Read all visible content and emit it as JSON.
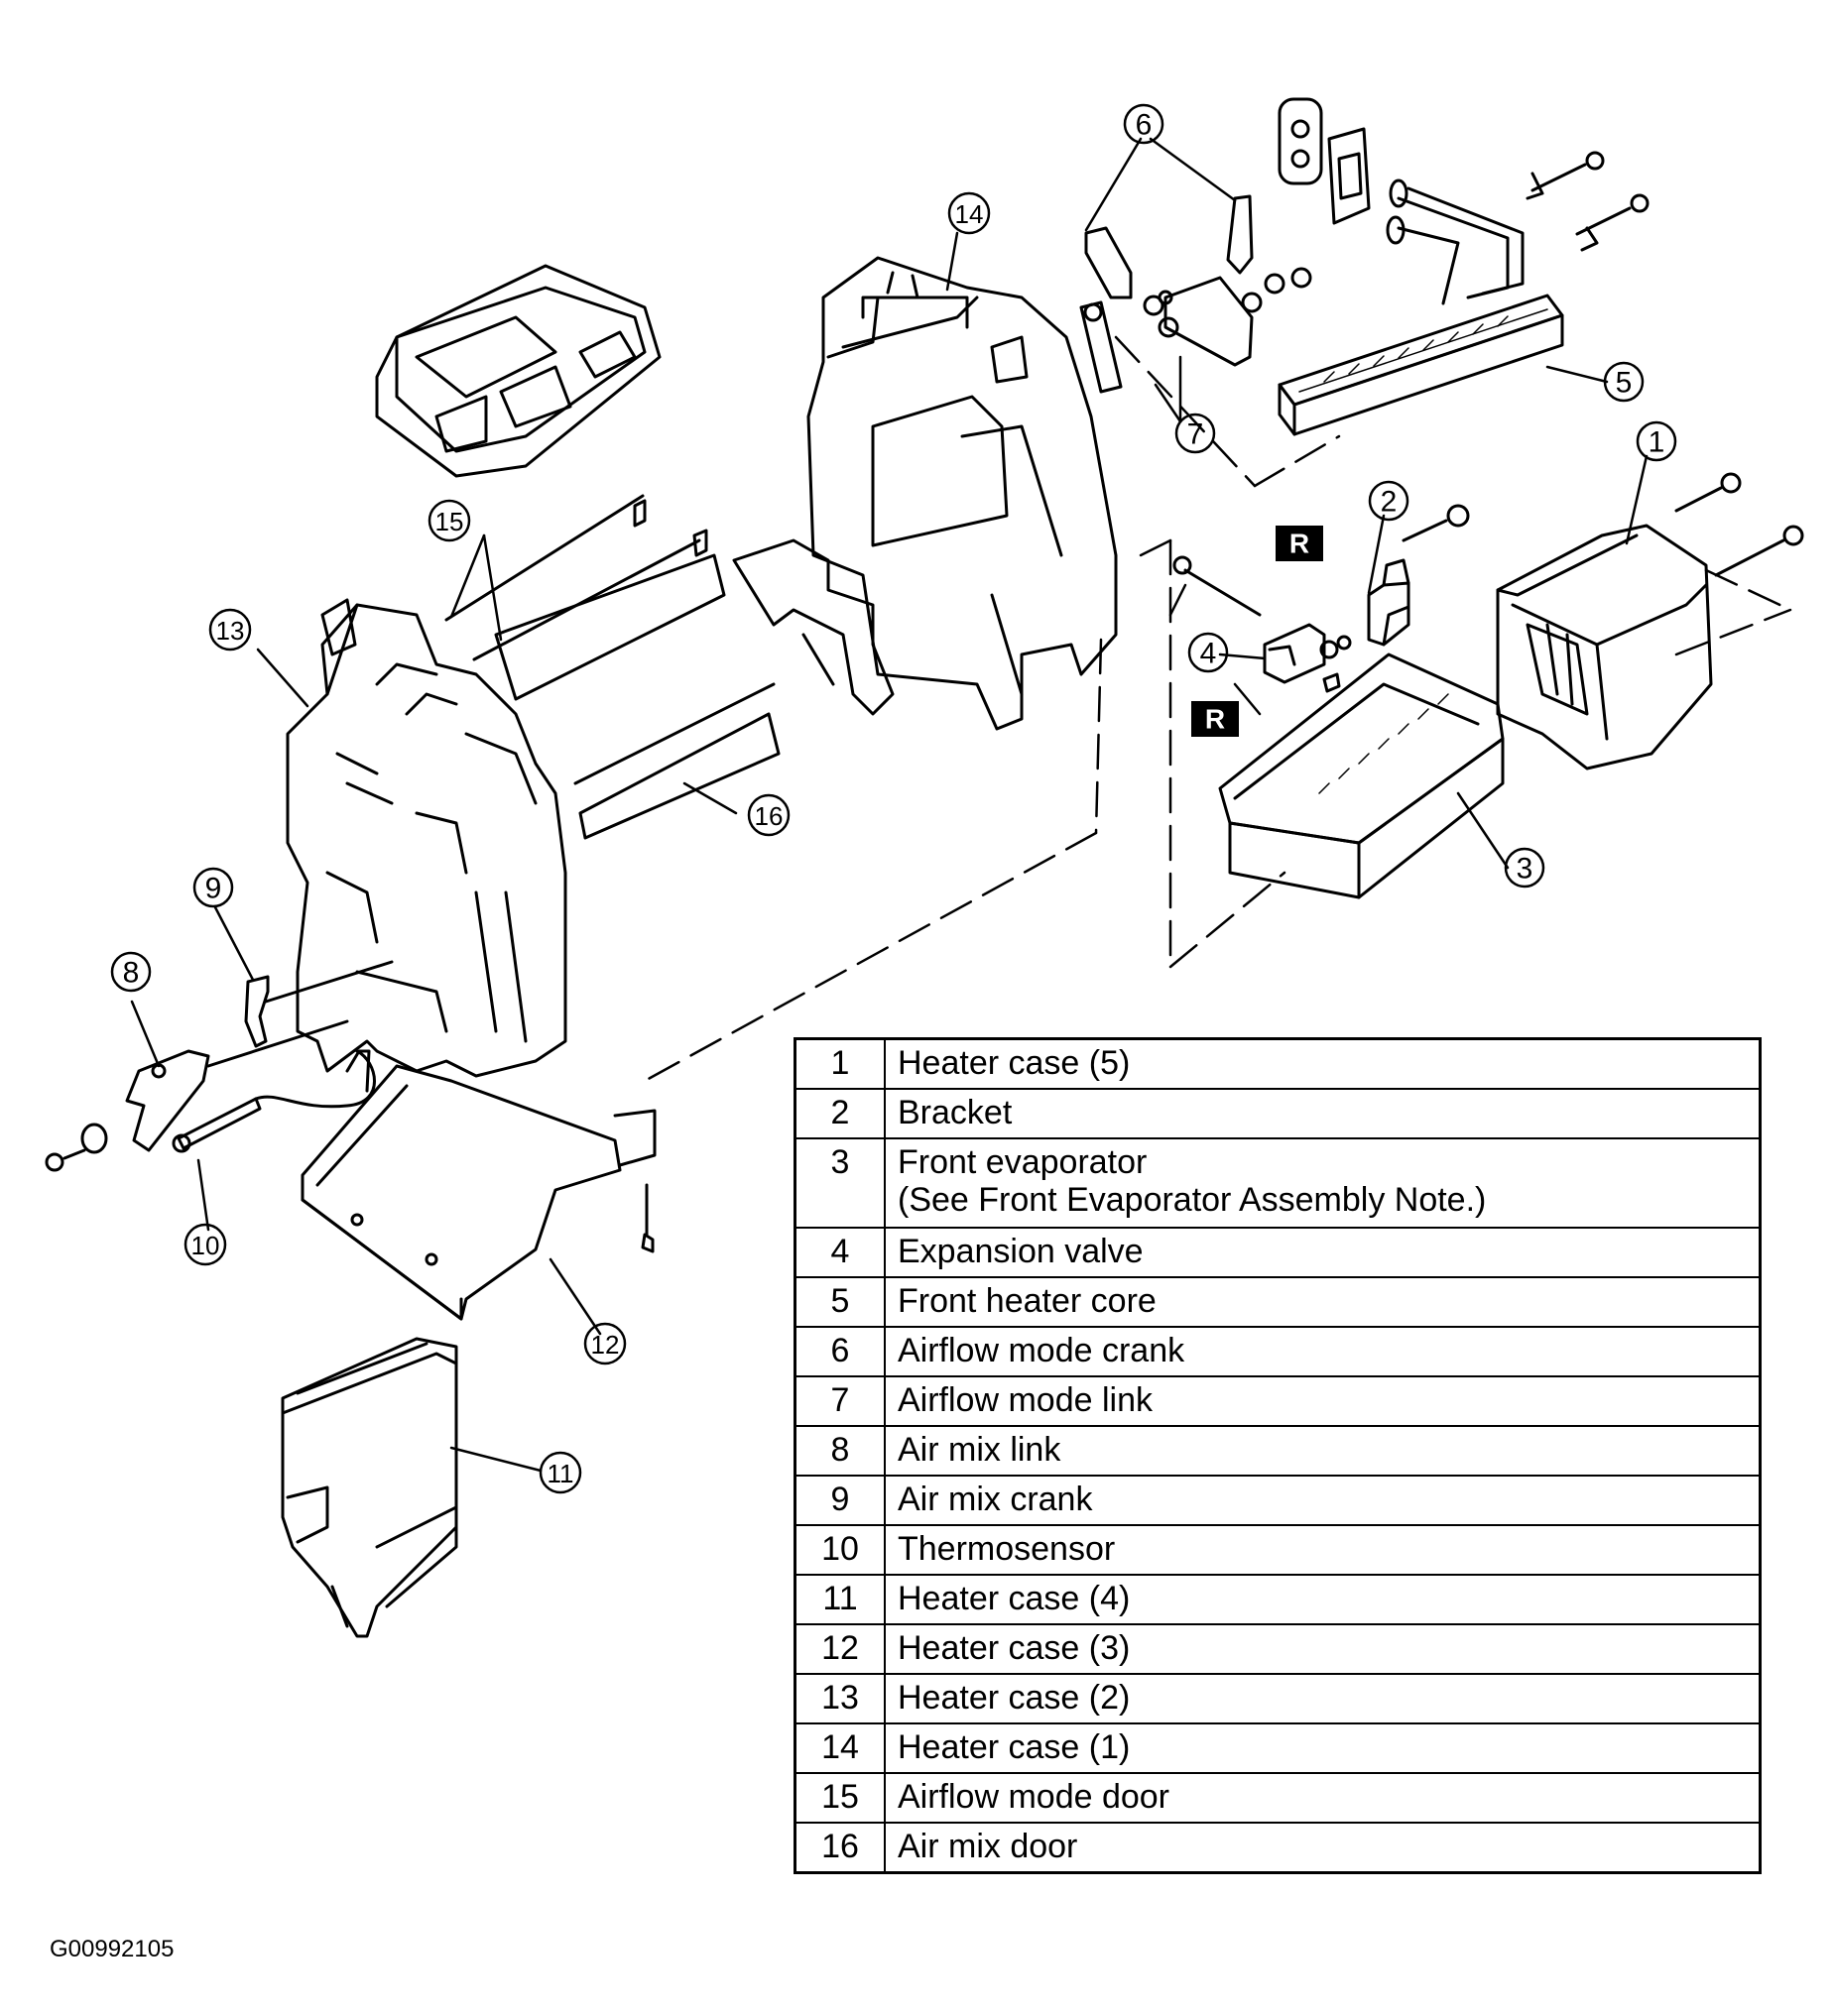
{
  "figure_code": "G00992105",
  "callouts": [
    "1",
    "2",
    "3",
    "4",
    "5",
    "6",
    "7",
    "8",
    "9",
    "10",
    "11",
    "12",
    "13",
    "14",
    "15",
    "16"
  ],
  "rtag": "R",
  "legend": [
    {
      "num": "1",
      "desc": "Heater case (5)"
    },
    {
      "num": "2",
      "desc": "Bracket"
    },
    {
      "num": "3",
      "desc": "Front evaporator",
      "desc2": "(See Front Evaporator Assembly Note.)"
    },
    {
      "num": "4",
      "desc": "Expansion valve"
    },
    {
      "num": "5",
      "desc": "Front heater core"
    },
    {
      "num": "6",
      "desc": "Airflow mode crank"
    },
    {
      "num": "7",
      "desc": "Airflow mode link"
    },
    {
      "num": "8",
      "desc": "Air mix link"
    },
    {
      "num": "9",
      "desc": "Air mix crank"
    },
    {
      "num": "10",
      "desc": "Thermosensor"
    },
    {
      "num": "11",
      "desc": "Heater case (4)"
    },
    {
      "num": "12",
      "desc": "Heater case (3)"
    },
    {
      "num": "13",
      "desc": "Heater case (2)"
    },
    {
      "num": "14",
      "desc": "Heater case (1)"
    },
    {
      "num": "15",
      "desc": "Airflow mode door"
    },
    {
      "num": "16",
      "desc": "Air mix door"
    }
  ]
}
